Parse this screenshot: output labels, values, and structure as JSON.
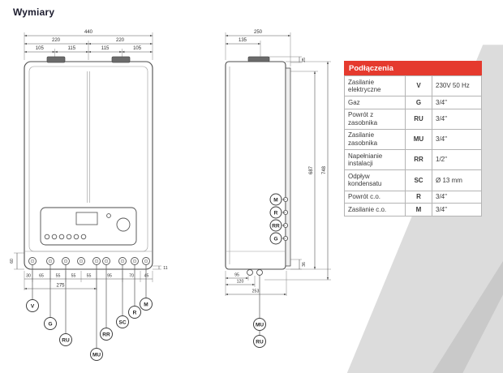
{
  "page_title": "Wymiary",
  "colors": {
    "table_header_bg": "#e53a2e",
    "band_light": "#dcdcdc",
    "band_dark": "#c9c9c9"
  },
  "table": {
    "header": "Podłączenia",
    "rows": [
      {
        "name": "Zasilanie elektryczne",
        "symbol": "V",
        "value": "230V 50 Hz"
      },
      {
        "name": "Gaz",
        "symbol": "G",
        "value": "3/4\""
      },
      {
        "name": "Powrót z zasobnika",
        "symbol": "RU",
        "value": "3/4\""
      },
      {
        "name": "Zasilanie zasobnika",
        "symbol": "MU",
        "value": "3/4\""
      },
      {
        "name": "Napełnianie instalacji",
        "symbol": "RR",
        "value": "1/2\""
      },
      {
        "name": "Odpływ kondensatu",
        "symbol": "SC",
        "value": "Ø 13 mm"
      },
      {
        "name": "Powrót c.o.",
        "symbol": "R",
        "value": "3/4\""
      },
      {
        "name": "Zasilanie c.o.",
        "symbol": "M",
        "value": "3/4\""
      }
    ]
  },
  "front": {
    "dim_total": "440",
    "dim_halves": [
      "220",
      "220"
    ],
    "dim_quarters": [
      "105",
      "115",
      "115",
      "105"
    ],
    "dim_bottom": [
      "30",
      "65",
      "55",
      "55",
      "55",
      "95",
      "70",
      "45"
    ],
    "dim_bottom_sum": "275",
    "dim_left": "60",
    "dim_right": "11",
    "connections": [
      "V",
      "G",
      "RU",
      "MU",
      "RR",
      "SC",
      "R",
      "M"
    ]
  },
  "side": {
    "dim_depth": "250",
    "dim_depth_front": "135",
    "dim_top": "25",
    "dim_height_inner": "687",
    "dim_height_total": "748",
    "dim_bottom": [
      "95",
      "120",
      "253"
    ],
    "dim_right": "36",
    "connections_right": [
      "M",
      "R",
      "RR",
      "G"
    ],
    "connections_bottom": [
      "MU",
      "RU"
    ]
  }
}
